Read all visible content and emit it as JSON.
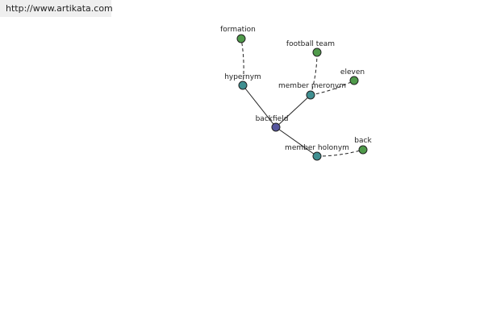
{
  "url": "http://www.artikata.com",
  "colors": {
    "center": "#56569e",
    "relation": "#3f8f91",
    "leaf": "#4f9a4a",
    "stroke": "#222222"
  },
  "nodes": [
    {
      "id": "backfield",
      "label": "backfield",
      "kind": "center"
    },
    {
      "id": "hypernym",
      "label": "hypernym",
      "kind": "relation"
    },
    {
      "id": "member-meronym",
      "label": "member meronym",
      "kind": "relation"
    },
    {
      "id": "member-holonym",
      "label": "member holonym",
      "kind": "relation"
    },
    {
      "id": "formation",
      "label": "formation",
      "kind": "leaf"
    },
    {
      "id": "football-team",
      "label": "football team",
      "kind": "leaf"
    },
    {
      "id": "eleven",
      "label": "eleven",
      "kind": "leaf"
    },
    {
      "id": "back",
      "label": "back",
      "kind": "leaf"
    }
  ],
  "edges": [
    {
      "from": "backfield",
      "to": "hypernym",
      "style": "solid"
    },
    {
      "from": "backfield",
      "to": "member-meronym",
      "style": "solid"
    },
    {
      "from": "backfield",
      "to": "member-holonym",
      "style": "solid"
    },
    {
      "from": "hypernym",
      "to": "formation",
      "style": "dashed"
    },
    {
      "from": "member-meronym",
      "to": "football-team",
      "style": "dashed"
    },
    {
      "from": "member-meronym",
      "to": "eleven",
      "style": "dashed"
    },
    {
      "from": "member-holonym",
      "to": "back",
      "style": "dashed"
    }
  ]
}
